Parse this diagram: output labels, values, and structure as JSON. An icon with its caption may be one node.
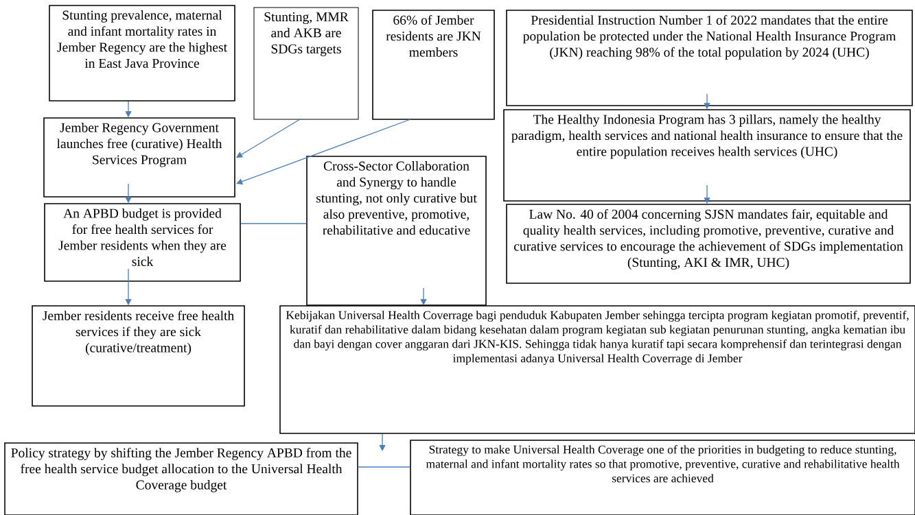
{
  "diagram": {
    "nodes": [
      {
        "text": [
          "Stunting prevalence, maternal and infant mortality rates in Jember Regency are the highest in East Java Province"
        ]
      },
      {
        "text": [
          "Stunting, MMR and AKB are SDGs targets"
        ]
      },
      {
        "text": [
          "66% of Jember residents are JKN members"
        ]
      },
      {
        "text": [
          "Presidential Instruction Number 1 of 2022 mandates that the entire population be protected under the National Health Insurance Program (JKN) reaching 98% of the total population by 2024 (UHC)"
        ]
      },
      {
        "text": [
          "Jember Regency Government launches free (curative) Health Services Program"
        ]
      },
      {
        "text": [
          "The Healthy Indonesia Program has 3 pillars, namely the healthy paradigm, health services and national health insurance to ensure that the entire population receives health services (UHC)"
        ]
      },
      {
        "text": [
          "Cross-Sector Collaboration and Synergy to handle stunting, not only curative but also preventive, promotive, rehabilitative and educative"
        ]
      },
      {
        "text": [
          "An APBD budget is provided for free health services for Jember residents when they are sick"
        ]
      },
      {
        "text": [
          "Law No. 40 of 2004 concerning SJSN mandates fair, equitable and quality health services, including promotive, preventive, curative and curative services to encourage the achievement of SDGs implementation (Stunting, AKI & IMR, UHC)"
        ]
      },
      {
        "text": [
          "Jember residents receive free health services if they are sick (curative/treatment)"
        ]
      },
      {
        "text": [
          "Kebijakan Universal Health Coverrage bagi penduduk Kabupaten Jember sehingga tercipta program kegiatan promotif, preventif, kuratif dan rehabilitative dalam bidang kesehatan dalam program kegiatan sub kegiatan penurunan stunting, angka kematian ibu dan bayi dengan cover anggaran dari JKN-KIS. Sehingga tidak hanya kuratif tapi secara komprehensif dan terintegrasi dengan implementasi adanya Universal Health Coverrage di Jember"
        ]
      },
      {
        "text": [
          "Policy strategy by shifting the Jember Regency APBD from the free health service budget allocation to the Universal Health Coverage budget"
        ]
      },
      {
        "text": [
          "Strategy to make Universal Health Coverage one of the priorities in budgeting to reduce stunting, maternal and infant mortality rates so that promotive, preventive, curative and rehabilitative health services are achieved"
        ]
      }
    ],
    "edges": [
      {
        "from": 0,
        "to": 4,
        "arrow": "to"
      },
      {
        "from": 1,
        "to": 4,
        "arrow": "to"
      },
      {
        "from": 2,
        "to": 4,
        "arrow": "to"
      },
      {
        "from": 4,
        "to": 7,
        "arrow": "to"
      },
      {
        "from": 7,
        "to": 9,
        "arrow": "to"
      },
      {
        "from": 7,
        "to": 6,
        "arrow": "none"
      },
      {
        "from": 6,
        "to": 10,
        "arrow": "to"
      },
      {
        "from": 3,
        "to": 5,
        "arrow": "to"
      },
      {
        "from": 5,
        "to": 8,
        "arrow": "to"
      },
      {
        "from": 10,
        "to": null,
        "arrow": "to"
      },
      {
        "from": 11,
        "to": 12,
        "arrow": "none"
      }
    ]
  }
}
